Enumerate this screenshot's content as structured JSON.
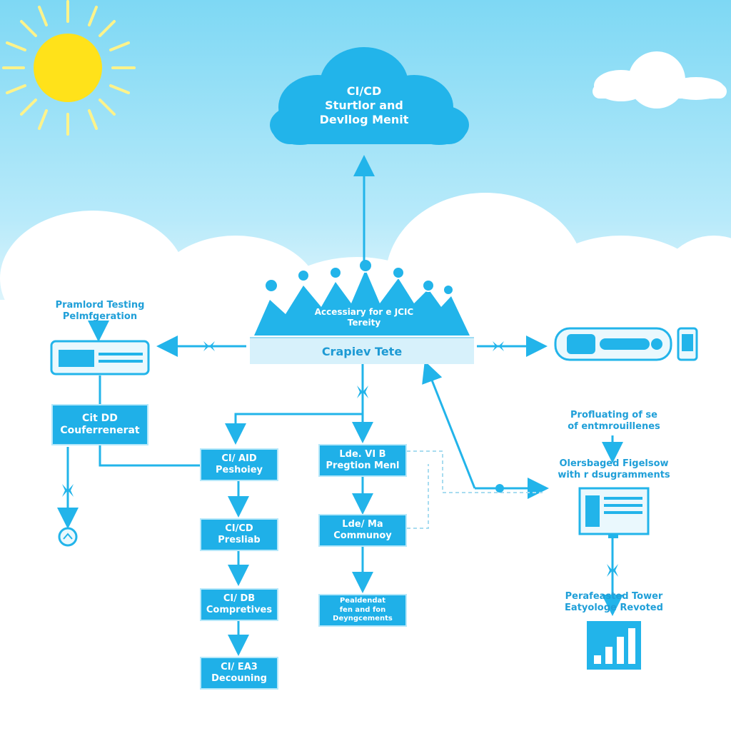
{
  "cloud": {
    "line1": "CI/CD",
    "line2": "Sturtlor and",
    "line3": "Devllog Menit"
  },
  "community": {
    "line1": "Accessiary for e JCIC",
    "line2": "Tereity"
  },
  "main_bar": {
    "label": "Crapiev Tete"
  },
  "left": {
    "title_line1": "Pramlord Testing",
    "title_line2": "Pelmfgeration",
    "box": "Cit DD\nCouferrenerat"
  },
  "middle_column": [
    "CI/ AID\nPeshoiey",
    "CI/CD\nPresliab",
    "CI/ DB\nCompretives",
    "CI/ EA3\nDecouning"
  ],
  "center_column": [
    "Lde. VI B\nPregtion Menl",
    "Lde/ Ma\nCommunoy",
    "Pealdendat\nfen and fon\nDeyngcements"
  ],
  "right": {
    "top_label_line1": "Profluating of se",
    "top_label_line2": "of entmrouillenes",
    "mid_label_line1": "Olersbaged Figelsow",
    "mid_label_line2": "with r dsugramments",
    "bottom_label_line1": "Perafeasted Tower",
    "bottom_label_line2": "Eatyologe Revoted"
  },
  "colors": {
    "accent": "#1fb0e8",
    "sky": "#7ed8f4",
    "sun": "#ffe21a",
    "text_dark": "#1f9fd8"
  }
}
